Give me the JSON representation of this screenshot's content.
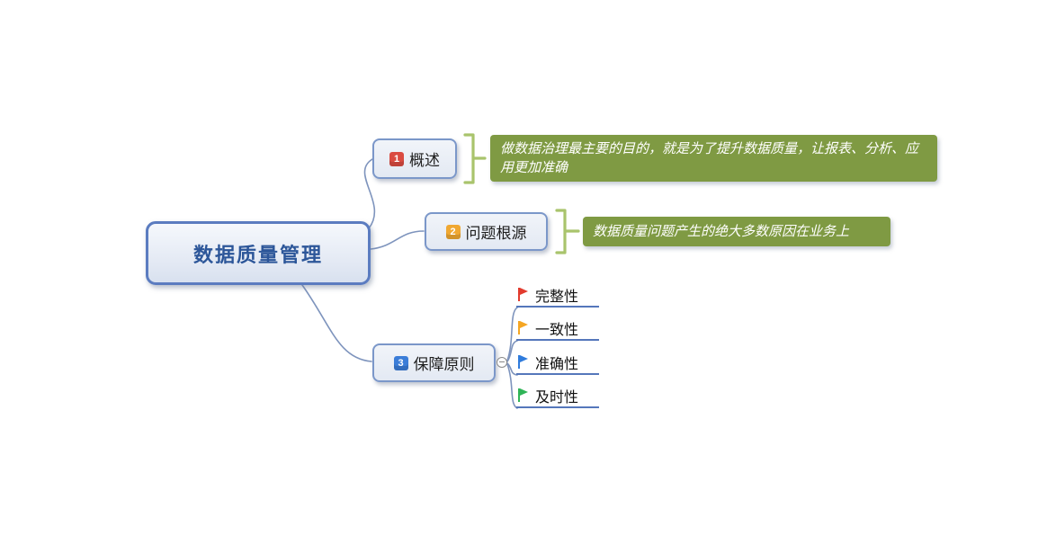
{
  "root_topic": {
    "label": "数据质量管理"
  },
  "branches": [
    {
      "badge": "1",
      "badge_color": "#da4b41",
      "label": "概述",
      "summary": "做数据治理最主要的目的，就是为了提升数据质量，让报表、分析、应用更加准确"
    },
    {
      "badge": "2",
      "badge_color": "#f0a832",
      "label": "问题根源",
      "summary": "数据质量问题产生的绝大多数原因在业务上"
    },
    {
      "badge": "3",
      "badge_color": "#3b7dd8",
      "label": "保障原则",
      "children": [
        {
          "label": "完整性",
          "flag_color": "#e23b2e"
        },
        {
          "label": "一致性",
          "flag_color": "#f5a623"
        },
        {
          "label": "准确性",
          "flag_color": "#2f7bdc"
        },
        {
          "label": "及时性",
          "flag_color": "#2fb457"
        }
      ]
    }
  ],
  "colors": {
    "topic_border": "#5b7cc0",
    "sub_topic_border": "#7b97c9",
    "connector": "#7e94bd",
    "summary_background": "#7f9a43",
    "summary_bracket": "#a9c46c",
    "child_underline": "#5577bb",
    "root_text": "#2c5699"
  }
}
